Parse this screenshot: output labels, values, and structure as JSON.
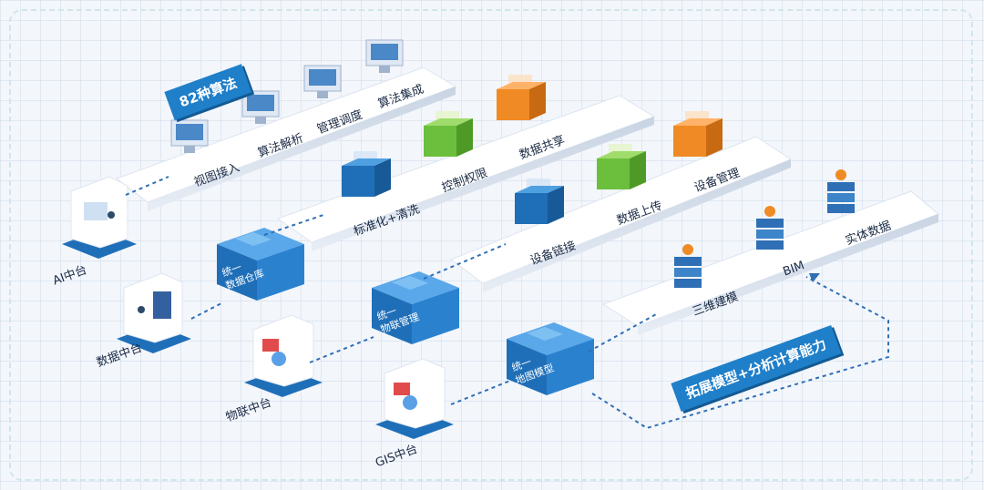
{
  "banners": {
    "algorithms": "82种算法",
    "extension": "拓展模型+分析计算能力"
  },
  "platforms": [
    "AI中台",
    "数据中台",
    "物联中台",
    "GIS中台"
  ],
  "algorithm_items": [
    "视图接入",
    "算法解析",
    "管理调度",
    "算法集成"
  ],
  "data_items": [
    "标准化+清洗",
    "控制权限",
    "数据共享"
  ],
  "iot_items": [
    "设备链接",
    "数据上传",
    "设备管理"
  ],
  "gis_items": [
    "三维建模",
    "BIM",
    "实体数据"
  ],
  "unified_blocks": [
    {
      "line1": "统一",
      "line2": "数据仓库"
    },
    {
      "line1": "统一",
      "line2": "物联管理"
    },
    {
      "line1": "统一",
      "line2": "地图模型"
    }
  ],
  "colors": {
    "blue": "#1f7fc9",
    "green": "#6cbf3c",
    "orange": "#f08a24",
    "dash": "#2f6fb5"
  }
}
